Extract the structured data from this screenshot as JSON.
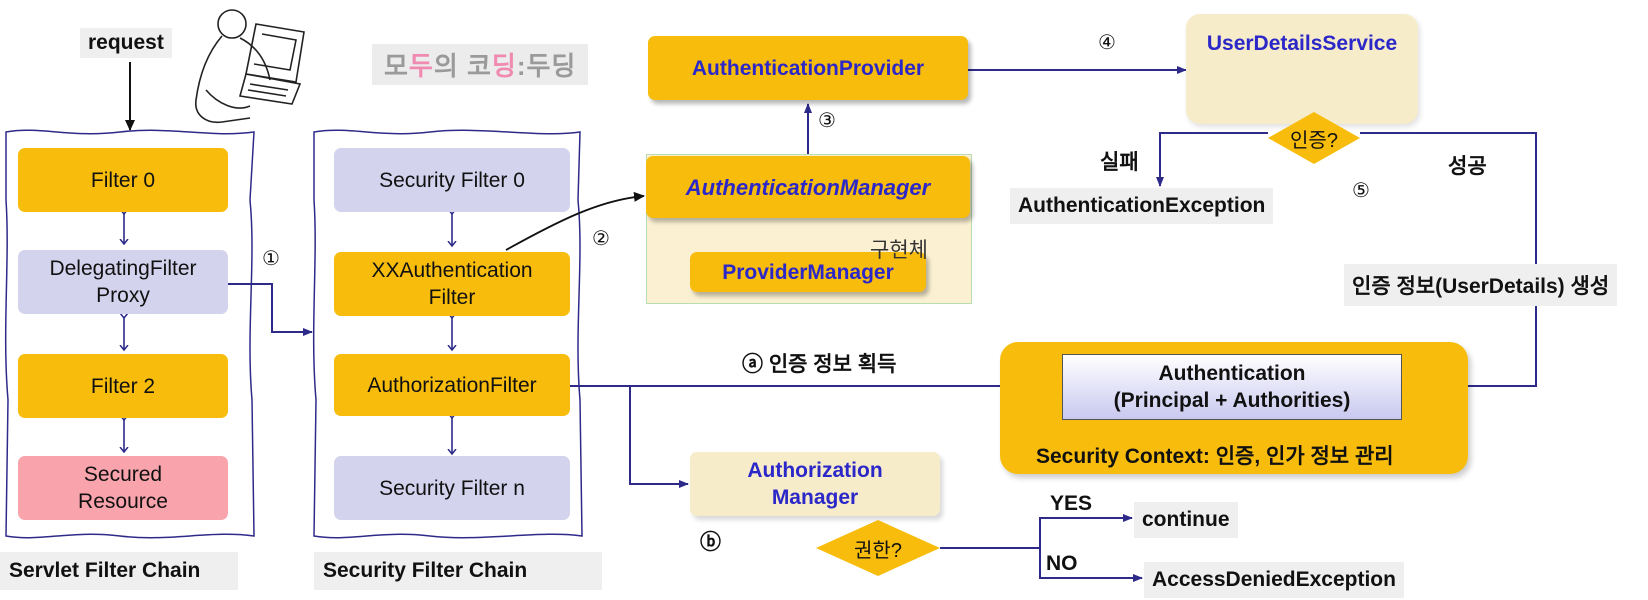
{
  "request_label": "request",
  "watermark": {
    "part1": "모",
    "part2": "두",
    "part3": "의 코",
    "part4": "딩",
    "part5": ":두딩"
  },
  "servlet_chain": {
    "title": "Servlet Filter Chain",
    "filter0": "Filter 0",
    "delegating": [
      "DelegatingFilter",
      "Proxy"
    ],
    "filter2": "Filter 2",
    "secured": [
      "Secured",
      "Resource"
    ]
  },
  "security_chain": {
    "title": "Security Filter Chain",
    "sfilter0": "Security Filter 0",
    "xxauth": [
      "XXAuthentication",
      "Filter"
    ],
    "authz_filter": "AuthorizationFilter",
    "sfilter_n": "Security Filter n"
  },
  "auth_provider": "AuthenticationProvider",
  "auth_manager": "AuthenticationManager",
  "provider_manager": "ProviderManager",
  "impl_label": "구현체",
  "user_details_service": "UserDetailsService",
  "auth_question": "인증?",
  "fail_label": "실패",
  "success_label": "성공",
  "auth_exception": "AuthenticationException",
  "user_details_create": "인증 정보(UserDetails) 생성",
  "step_a": "ⓐ 인증 정보 획득",
  "step_b": "ⓑ",
  "authentication": [
    "Authentication",
    "(Principal + Authorities)"
  ],
  "security_context": "Security Context: 인증, 인가 정보 관리",
  "authz_manager": [
    "Authorization",
    "Manager"
  ],
  "perm_question": "권한?",
  "yes_label": "YES",
  "no_label": "NO",
  "continue_label": "continue",
  "access_denied": "AccessDeniedException",
  "steps": {
    "s1": "①",
    "s2": "②",
    "s3": "③",
    "s4": "④",
    "s5": "⑤"
  },
  "colors": {
    "orange": "#f8bd0c",
    "lavender": "#d4d3ee",
    "pink": "#f9a4ad",
    "cream": "#f6ecc9",
    "arrow": "#2e2a8a",
    "label_blue": "#2b27c8"
  }
}
